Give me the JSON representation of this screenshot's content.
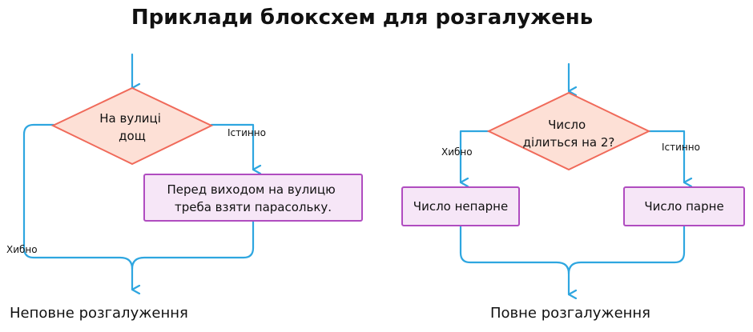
{
  "title": "Приклади блоксхем для розгалужень",
  "colors": {
    "line": "#2ea6e0",
    "decision_fill": "#fde0d6",
    "decision_stroke": "#f06a5a",
    "process_fill": "#f6e6f7",
    "process_stroke": "#b04cc0",
    "text": "#111111"
  },
  "left": {
    "decision": [
      "На вулиці",
      "дощ"
    ],
    "true_label": "Істинно",
    "false_label": "Хибно",
    "process": [
      "Перед виходом на вулицю",
      "треба взяти парасольку."
    ],
    "caption": "Неповне розгалуження"
  },
  "right": {
    "decision": [
      "Число",
      "ділиться на 2?"
    ],
    "false_label": "Хибно",
    "true_label": "Істинно",
    "process_false": "Число непарне",
    "process_true": "Число парне",
    "caption": "Повне розгалуження"
  }
}
